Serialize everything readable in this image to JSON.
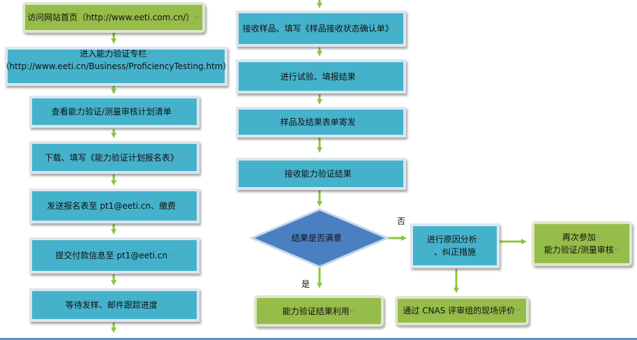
{
  "left_column": {
    "step1": "访问网站首页（http://www.eeti.com.cn/）",
    "step2_line1": "进入能力验证专栏",
    "step2_line2": "（http://www.eeti.cn/Business/ProficiencyTesting.htm）",
    "step3": "查看能力验证/测量审核计划清单",
    "step4": "下载、填写《能力验证计划报名表》",
    "step5": "发送报名表至 pt1@eeti.cn、缴费",
    "step6": "提交付款信息至 pt1@eeti.cn",
    "step7": "等待发样、邮件跟踪进度"
  },
  "middle_column": {
    "step8": "接收样品、填写《样品接收状态确认单》",
    "step9": "进行试验、填报结果",
    "step10": "样品及结果表单寄发",
    "step11": "接收能力验证结果",
    "decision": "结果是否满意",
    "yes_label": "是",
    "no_label": "否",
    "result_use": "能力验证结果利用"
  },
  "right_column": {
    "cause_line1": "进行原因分析",
    "cause_line2": "、纠正措施",
    "again_line1": "再次参加",
    "again_line2": "能力验证/测量审核",
    "cnas": "通过 CNAS 评审组的现场评价"
  },
  "colors": {
    "process_fill": "#45b2cc",
    "terminal_fill": "#96bc4a",
    "decision_fill": "#4a7fc2",
    "arrow": "#8cc63f"
  }
}
